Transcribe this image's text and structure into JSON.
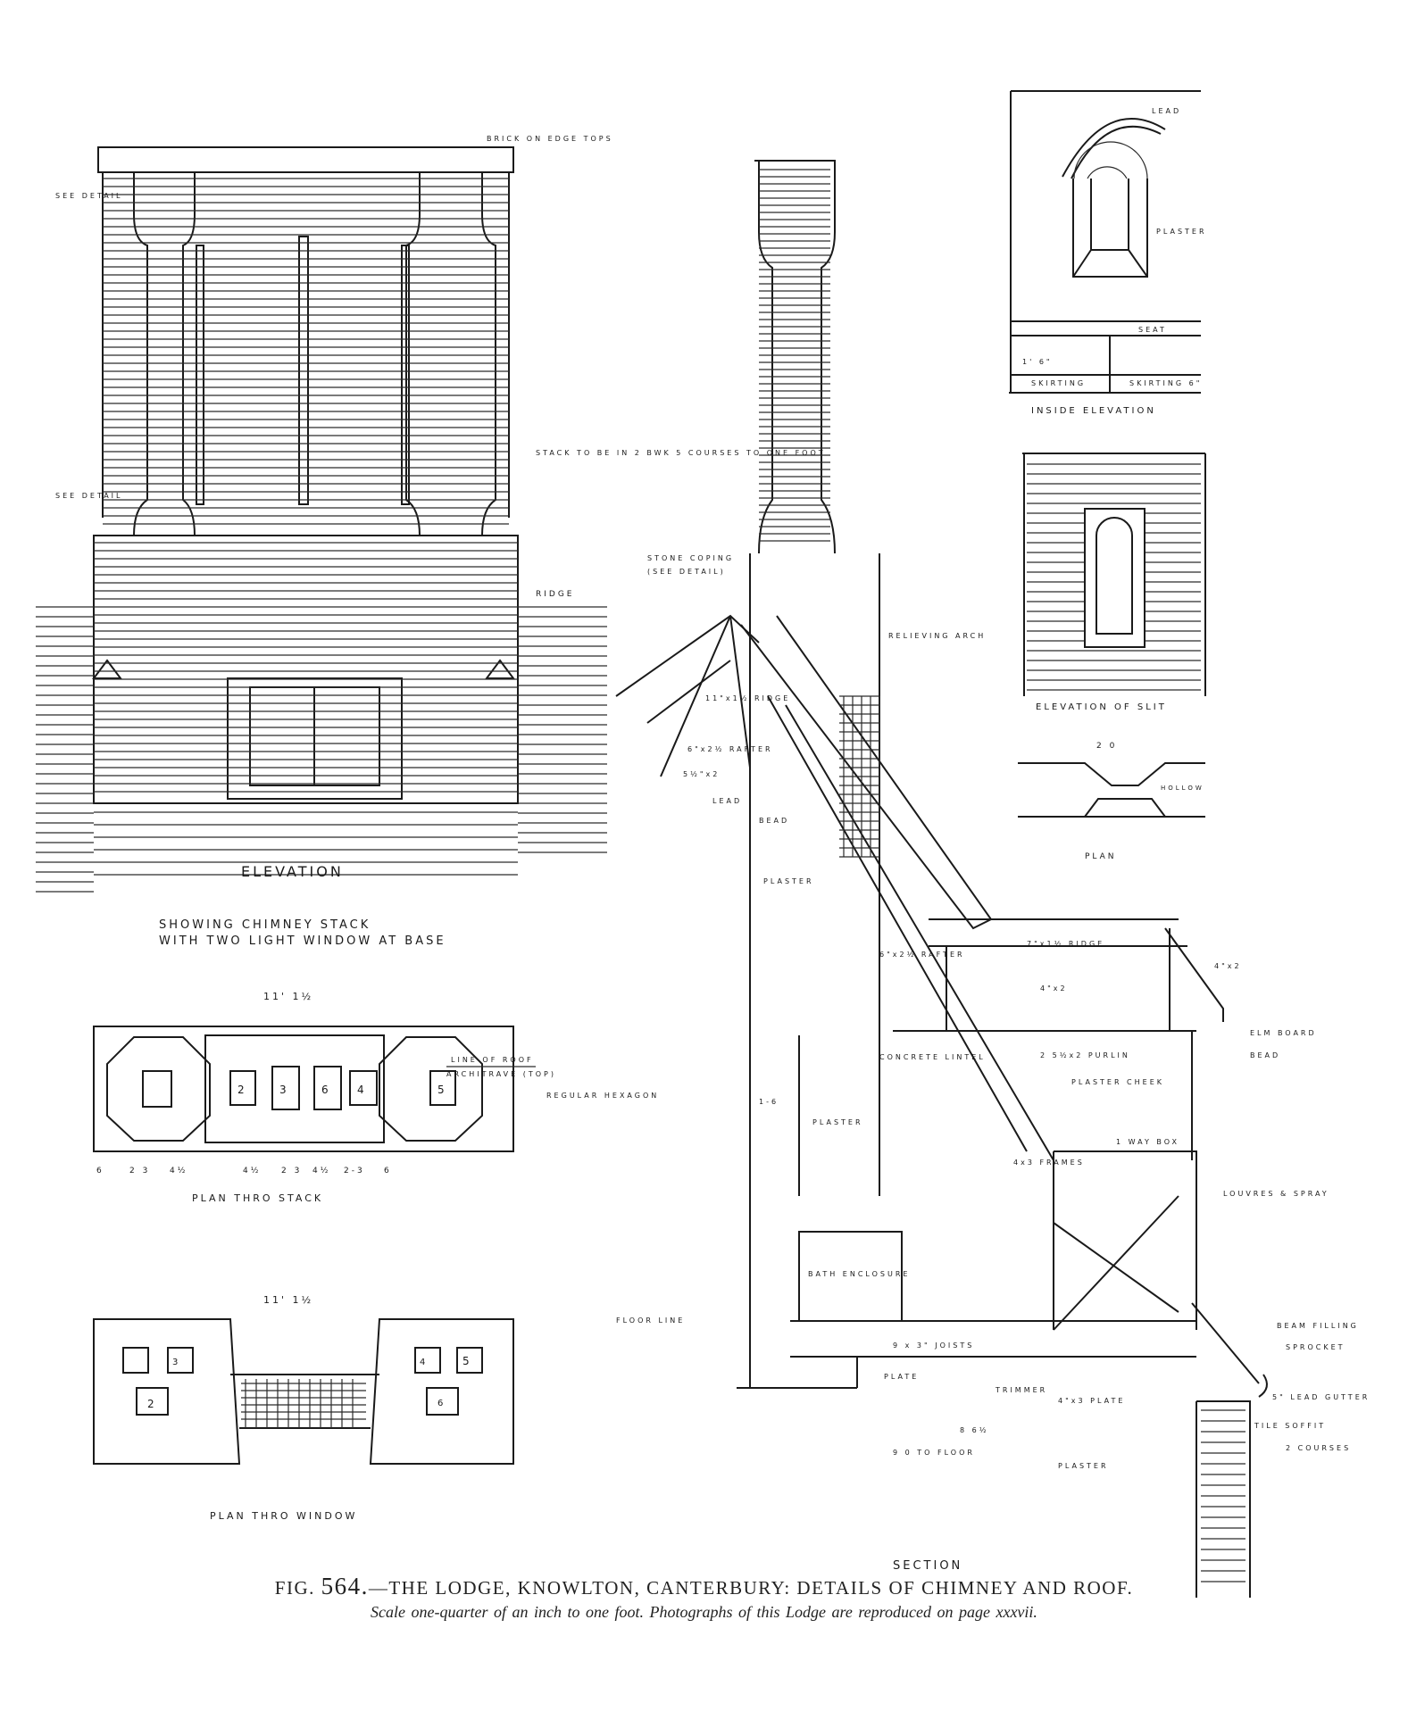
{
  "caption": {
    "fig_prefix": "FIG.",
    "fig_number": "564.",
    "title": "—THE LODGE, KNOWLTON, CANTERBURY: DETAILS OF CHIMNEY AND ROOF.",
    "subtitle": "Scale one-quarter of an inch to one foot.   Photographs of this Lodge are reproduced on page xxxvii."
  },
  "elevation": {
    "title": "ELEVATION",
    "subtitle_line1": "SHOWING CHIMNEY STACK",
    "subtitle_line2": "WITH TWO LIGHT WINDOW AT BASE",
    "notes": [
      "BRICK ON EDGE TOPS",
      "SEE DETAIL",
      "SEE DETAIL",
      "STACK TO BE IN 2 BWK 5 COURSES TO ONE FOOT",
      "RIDGE"
    ]
  },
  "plan_stack": {
    "title": "PLAN THRO STACK",
    "width_dim": "11' 1½",
    "flue_numbers": [
      "2",
      "3",
      "6",
      "4",
      "5"
    ],
    "dims": [
      "6",
      "2 3",
      "4½",
      "4½",
      "2 3",
      "4½",
      "2-3",
      "6"
    ],
    "notes": [
      "LINE OF ROOF",
      "ARCHITRAVE (TOP)",
      "REGULAR HEXAGON"
    ]
  },
  "plan_window": {
    "title": "PLAN THRO WINDOW",
    "width_dim": "11' 1½",
    "flue_numbers": [
      "2",
      "3",
      "4",
      "5",
      "6"
    ],
    "note": "FLOOR LINE"
  },
  "section": {
    "title": "SECTION",
    "notes": [
      "STONE COPING",
      "(SEE DETAIL)",
      "RELIEVING ARCH",
      "11\"x1½ RIDGE",
      "6\"x2½ RAFTER",
      "5½\"x2",
      "LEAD",
      "BEAD",
      "PLASTER",
      "7\"x1½ RIDGE",
      "6\"x2½ RAFTER",
      "4\"x2",
      "2 5½x2 PURLIN",
      "4\"x2",
      "CONCRETE LINTEL",
      "PLASTER CHEEK",
      "ELM BOARD",
      "BEAD",
      "1-6",
      "PLASTER",
      "4x3 FRAMES",
      "1 WAY BOX",
      "LOUVRES & SPRAY",
      "BATH ENCLOSURE",
      "9 x 3\" JOISTS",
      "PLATE",
      "4\"x3 PLATE",
      "TRIMMER",
      "BEAM FILLING",
      "SPROCKET",
      "5\" LEAD GUTTER",
      "TILE SOFFIT",
      "2 COURSES",
      "8 6½",
      "9 0 TO FLOOR",
      "PLASTER"
    ]
  },
  "inside_elevation": {
    "title": "INSIDE ELEVATION",
    "notes": [
      "LEAD",
      "PLASTER",
      "SEAT",
      "1' 6\"",
      "SKIRTING",
      "SKIRTING 6\""
    ]
  },
  "slit": {
    "title": "ELEVATION OF SLIT",
    "plan_title": "PLAN",
    "plan_dim": "2 0",
    "note": "HOLLOW"
  }
}
